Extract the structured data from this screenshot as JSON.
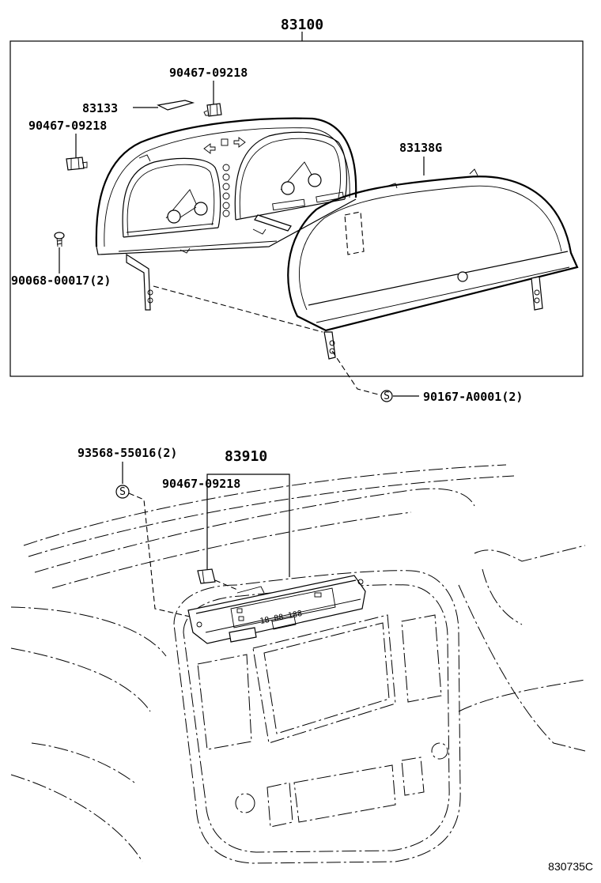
{
  "diagram": {
    "labels": {
      "assembly_top": "83100",
      "clip_upper": "90467-09218",
      "plate": "83133",
      "clip_left": "90467-09218",
      "glass": "83138G",
      "screw": "90068-00017(2)",
      "screw_s": "90167-A0001(2)",
      "clock_screw": "93568-55016(2)",
      "clock": "83910",
      "clock_clip": "90467-09218",
      "display_digits": "18.88 188",
      "s_mark": "S",
      "figure_code": "830735C"
    }
  }
}
